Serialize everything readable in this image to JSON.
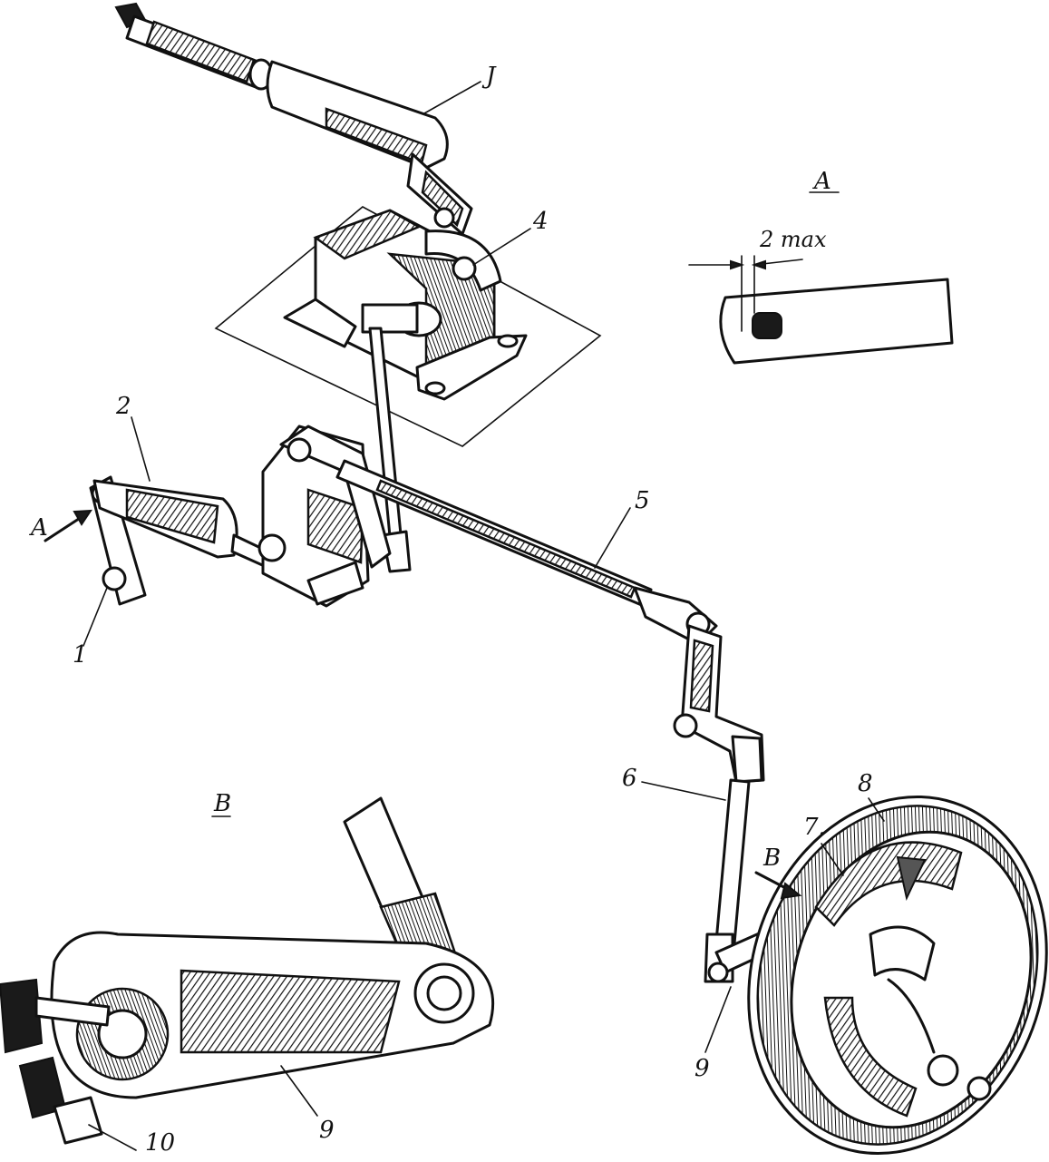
{
  "labels": {
    "part1": "1",
    "part2": "2",
    "part3": "J",
    "part4": "4",
    "part5": "5",
    "part6": "6",
    "part7": "7.",
    "part8": "8",
    "part9_rod": "9",
    "part9_lever": "9",
    "part10": "10"
  },
  "views": {
    "view_a_arrow": "A",
    "view_a_title": "A",
    "view_b_arrow": "B",
    "view_b_title": "B"
  },
  "dimension": {
    "gap_label": "2 max"
  }
}
